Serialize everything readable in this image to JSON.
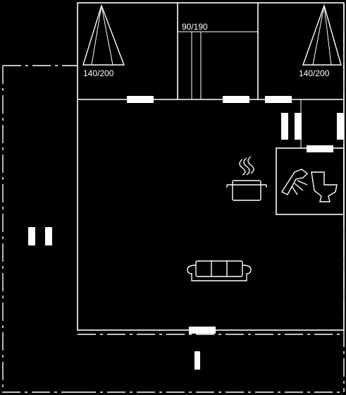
{
  "rooms": {
    "bed_left_label": "140/200",
    "bed_middle_label": "90/190",
    "bed_right_label": "140/200"
  },
  "icons": {
    "cooking_pot": "cooking-pot-icon",
    "shower_toilet": "shower-toilet-icon",
    "sofa": "sofa-icon",
    "bed": "bed-icon"
  },
  "colors": {
    "background": "#000000",
    "lines": "#ffffff"
  }
}
